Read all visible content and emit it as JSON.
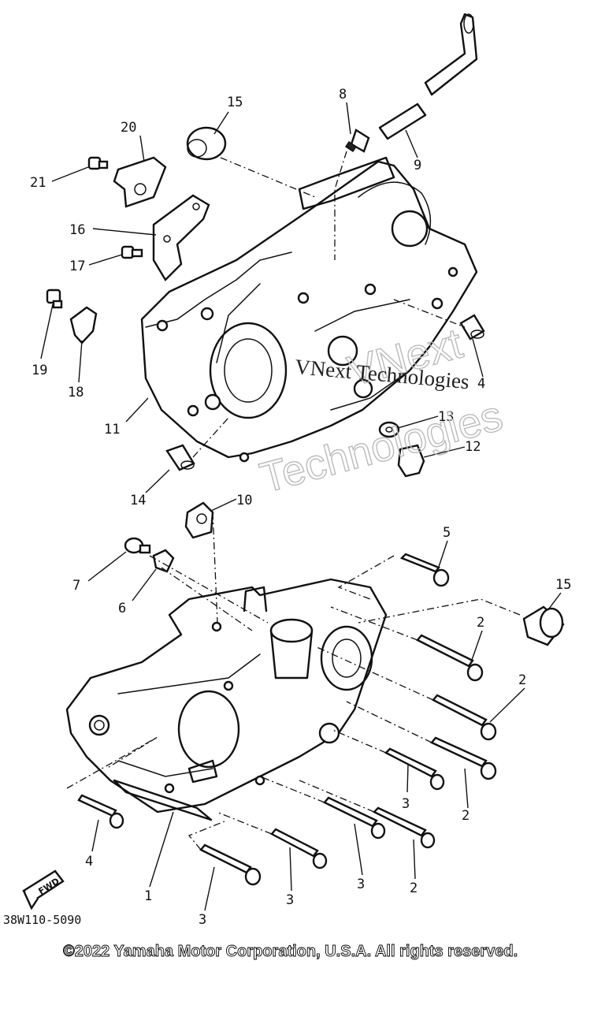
{
  "diagram": {
    "code": "38W110-5090",
    "copyright": "©2022 Yamaha Motor Corporation, U.S.A. All rights reserved.",
    "watermark_small": "VNext Technologies",
    "watermark_big_1": "VNext",
    "watermark_big_2": "Technologies",
    "fwd_label": "FWD"
  },
  "callouts": {
    "c1": "1",
    "c2a": "2",
    "c2b": "2",
    "c2c": "2",
    "c2d": "2",
    "c3a": "3",
    "c3b": "3",
    "c3c": "3",
    "c3d": "3",
    "c4a": "4",
    "c4b": "4",
    "c5": "5",
    "c6": "6",
    "c7": "7",
    "c8": "8",
    "c9": "9",
    "c10": "10",
    "c11": "11",
    "c12": "12",
    "c13": "13",
    "c14": "14",
    "c15a": "15",
    "c15b": "15",
    "c16": "16",
    "c17": "17",
    "c18": "18",
    "c19": "19",
    "c20": "20",
    "c21": "21"
  }
}
